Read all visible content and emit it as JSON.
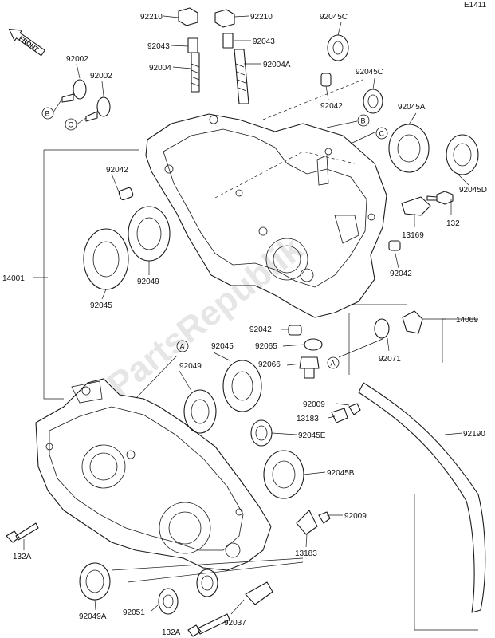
{
  "diagram_code": "E1411",
  "front_marker": "FRONT",
  "watermark": "PartsRepublik",
  "callouts": {
    "a_top": "A",
    "a_bottom": "A",
    "b_left": "B",
    "b_right": "B",
    "c_left": "C",
    "c_right": "C"
  },
  "labels": {
    "p92210_left": "92210",
    "p92210_right": "92210",
    "p92043_left": "92043",
    "p92043_right": "92043",
    "p92004": "92004",
    "p92004a": "92004A",
    "p92045c_top": "92045C",
    "p92045c_mid": "92045C",
    "p92002_left": "92002",
    "p92002_right": "92002",
    "p92042_top": "92042",
    "p92045a": "92045A",
    "p92042_left": "92042",
    "p92045d": "92045D",
    "p132": "132",
    "p13169": "13169",
    "p14001": "14001",
    "p92049_top": "92049",
    "p92045_left": "92045",
    "p92042_right": "92042",
    "p92042_low": "92042",
    "p92065": "92065",
    "p14069": "14069",
    "p92071": "92071",
    "p92066": "92066",
    "p92045_mid": "92045",
    "p92049_mid": "92049",
    "p92009_top": "92009",
    "p13183_top": "13183",
    "p92045e": "92045E",
    "p92190": "92190",
    "p92045b": "92045B",
    "p132a_left": "132A",
    "p92009_low": "92009",
    "p13183_low": "13183",
    "p92049a": "92049A",
    "p92051": "92051",
    "p132a_bottom": "132A",
    "p92037": "92037"
  }
}
